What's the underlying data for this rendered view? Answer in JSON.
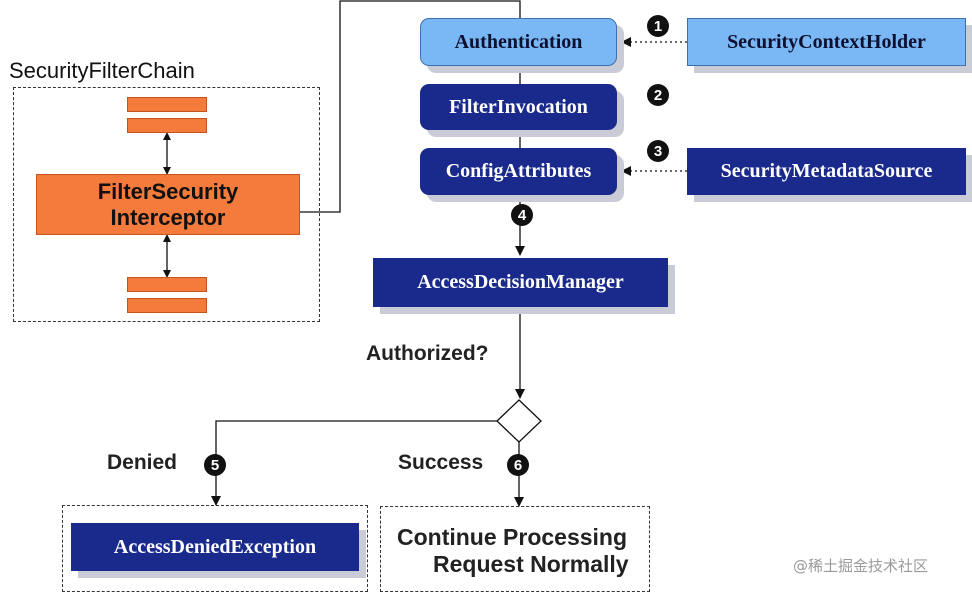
{
  "chain_title": "SecurityFilterChain",
  "interceptor": {
    "line1": "FilterSecurity",
    "line2": "Interceptor"
  },
  "nodes": {
    "authentication": "Authentication",
    "security_context_holder": "SecurityContextHolder",
    "filter_invocation": "FilterInvocation",
    "config_attributes": "ConfigAttributes",
    "security_metadata_source": "SecurityMetadataSource",
    "access_decision_manager": "AccessDecisionManager",
    "access_denied_exception": "AccessDeniedException"
  },
  "labels": {
    "authorized": "Authorized?",
    "denied": "Denied",
    "success": "Success",
    "continue_line1": "Continue Processing",
    "continue_line2": "Request Normally"
  },
  "badges": [
    "1",
    "2",
    "3",
    "4",
    "5",
    "6"
  ],
  "watermark": "@稀土掘金技术社区",
  "colors": {
    "navy": "#1a2a8c",
    "light_blue": "#7ab8f5",
    "orange": "#f47b3c"
  }
}
